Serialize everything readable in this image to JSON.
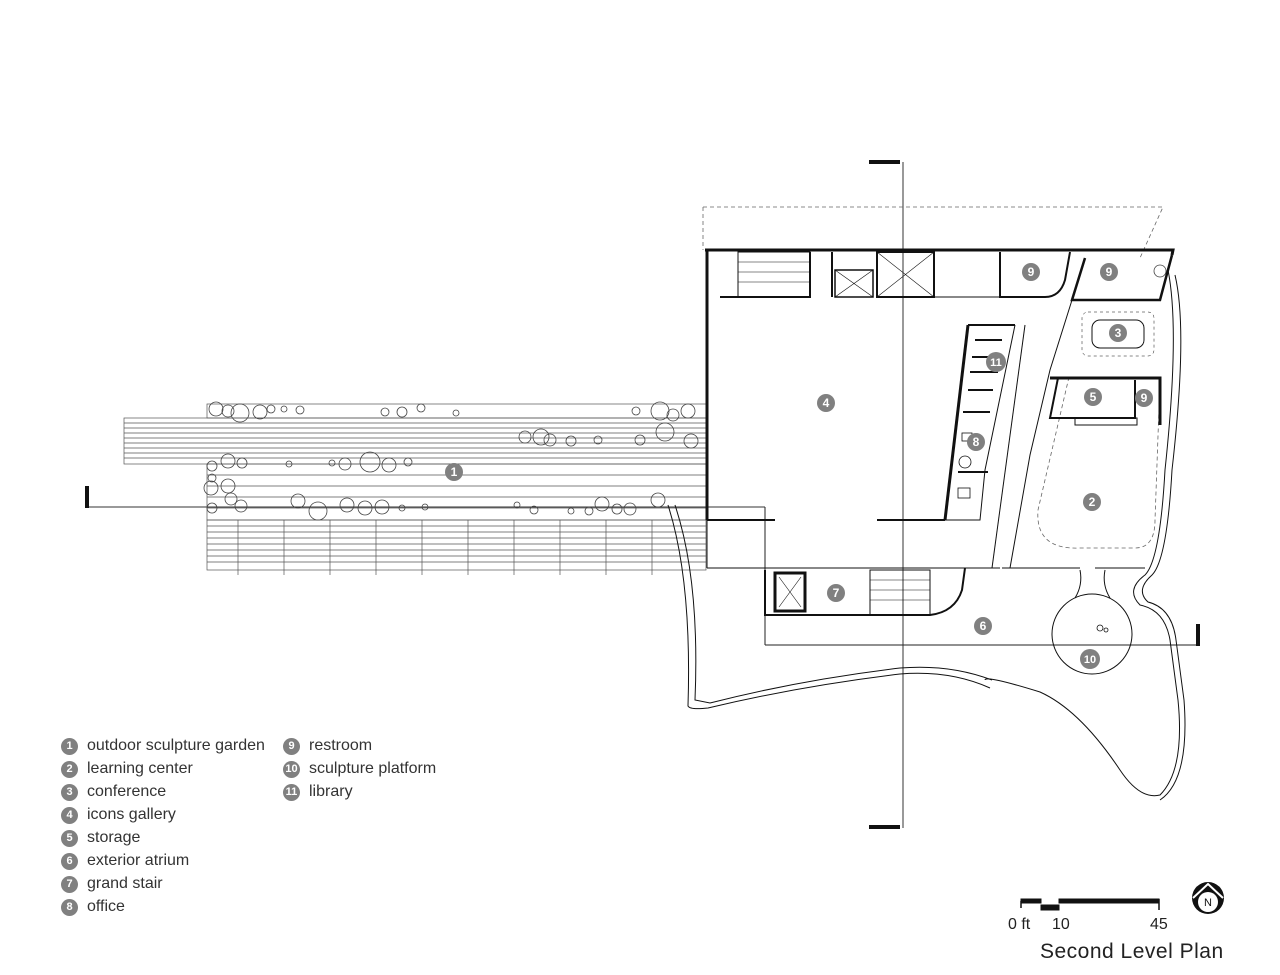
{
  "title": "Second Level Plan",
  "legend": [
    {
      "num": "1",
      "label": "outdoor sculpture garden"
    },
    {
      "num": "2",
      "label": "learning center"
    },
    {
      "num": "3",
      "label": "conference"
    },
    {
      "num": "4",
      "label": "icons gallery"
    },
    {
      "num": "5",
      "label": "storage"
    },
    {
      "num": "6",
      "label": "exterior atrium"
    },
    {
      "num": "7",
      "label": "grand stair"
    },
    {
      "num": "8",
      "label": "office"
    },
    {
      "num": "9",
      "label": "restroom"
    },
    {
      "num": "10",
      "label": "sculpture platform"
    },
    {
      "num": "11",
      "label": "library"
    }
  ],
  "scale_bar": {
    "zero": "0 ft",
    "mid": "10",
    "end": "45"
  },
  "north_arrow": {
    "label": "N",
    "icon": "north-arrow-icon"
  },
  "room_markers": [
    "1",
    "2",
    "3",
    "4",
    "5",
    "6",
    "7",
    "8",
    "9",
    "9",
    "9",
    "10",
    "11"
  ],
  "colors": {
    "line": "#222222",
    "marker": "#808080",
    "marker_text": "#ffffff"
  }
}
